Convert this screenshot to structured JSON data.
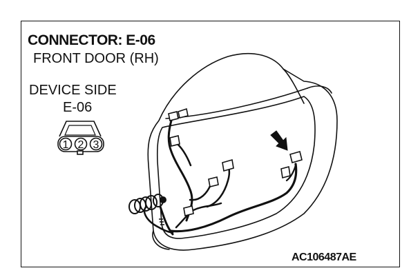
{
  "connector": {
    "title": "CONNECTOR: E-06",
    "location": "FRONT DOOR (RH)"
  },
  "device": {
    "label": "DEVICE SIDE",
    "code": "E-06",
    "pins": [
      "1",
      "2",
      "3"
    ]
  },
  "reference_code": "AC106487AE"
}
